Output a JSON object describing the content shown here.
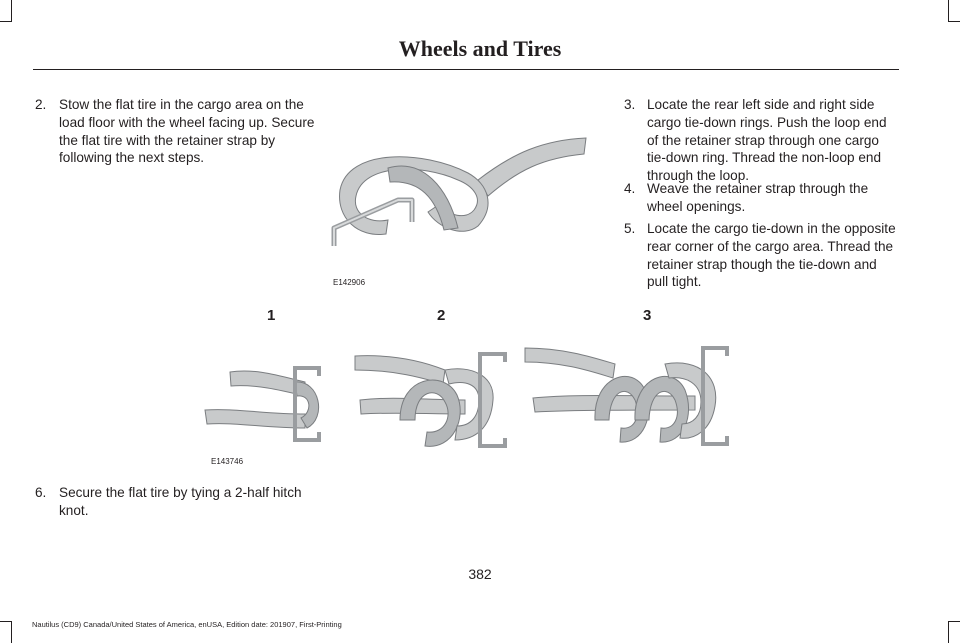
{
  "header": {
    "title": "Wheels and Tires"
  },
  "steps": [
    {
      "number": "2.",
      "text": "Stow the flat tire in the cargo area on the load floor with the wheel facing up. Secure the flat tire with the retainer strap by following the next steps."
    },
    {
      "number": "3.",
      "text": "Locate the rear left side and right side cargo tie-down rings. Push the loop end of the retainer strap through one cargo tie-down ring. Thread the non-loop end through the loop."
    },
    {
      "number": "4.",
      "text": "Weave the retainer strap through the wheel openings."
    },
    {
      "number": "5.",
      "text": "Locate the cargo tie-down in the opposite rear corner of the cargo area. Thread the retainer strap though the tie-down and pull tight."
    },
    {
      "number": "6.",
      "text": "Secure the flat tire by tying a 2-half hitch knot."
    }
  ],
  "figures": {
    "top": {
      "id": "E142906"
    },
    "bottom": {
      "id": "E143746",
      "labels": [
        "1",
        "2",
        "3"
      ]
    }
  },
  "footer": {
    "page_number": "382",
    "edition_text": "Nautilus (CD9) Canada/United States of America, enUSA, Edition date: 201907, First-Printing"
  },
  "colors": {
    "strap_fill": "#c8cacb",
    "strap_stroke": "#7a7d80",
    "ring": "#9a9da0"
  }
}
